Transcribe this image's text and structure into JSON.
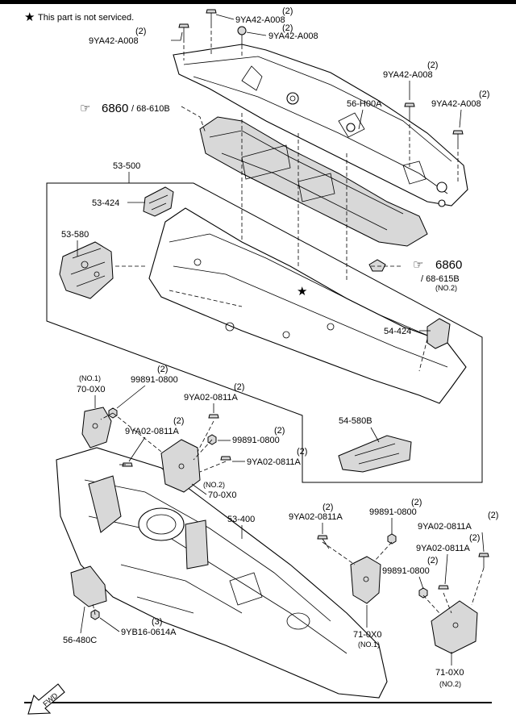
{
  "legend": {
    "star_symbol": "★",
    "text": "This part is not serviced."
  },
  "fwd_label": "FWD",
  "ref_6860_top": {
    "num": "6860",
    "sub": "/ 68-610B"
  },
  "ref_6860_right": {
    "num": "6860",
    "sub": "/ 68-615B",
    "note": "(NO.2)"
  },
  "qty": {
    "two": "(2)",
    "three": "(3)"
  },
  "notes": {
    "no1": "(NO.1)",
    "no2": "(NO.2)"
  },
  "parts": {
    "p9YA42_A008": "9YA42-A008",
    "p56_H00A": "56-H00A",
    "p53_500": "53-500",
    "p53_424": "53-424",
    "p53_580": "53-580",
    "p54_424": "54-424",
    "p54_580B": "54-580B",
    "p99891_0800": "99891-0800",
    "p70_0X0": "70-0X0",
    "p9YA02_0811A": "9YA02-0811A",
    "p53_400": "53-400",
    "p56_480C": "56-480C",
    "p9YB16_0614A": "9YB16-0614A",
    "p71_0X0": "71-0X0"
  }
}
